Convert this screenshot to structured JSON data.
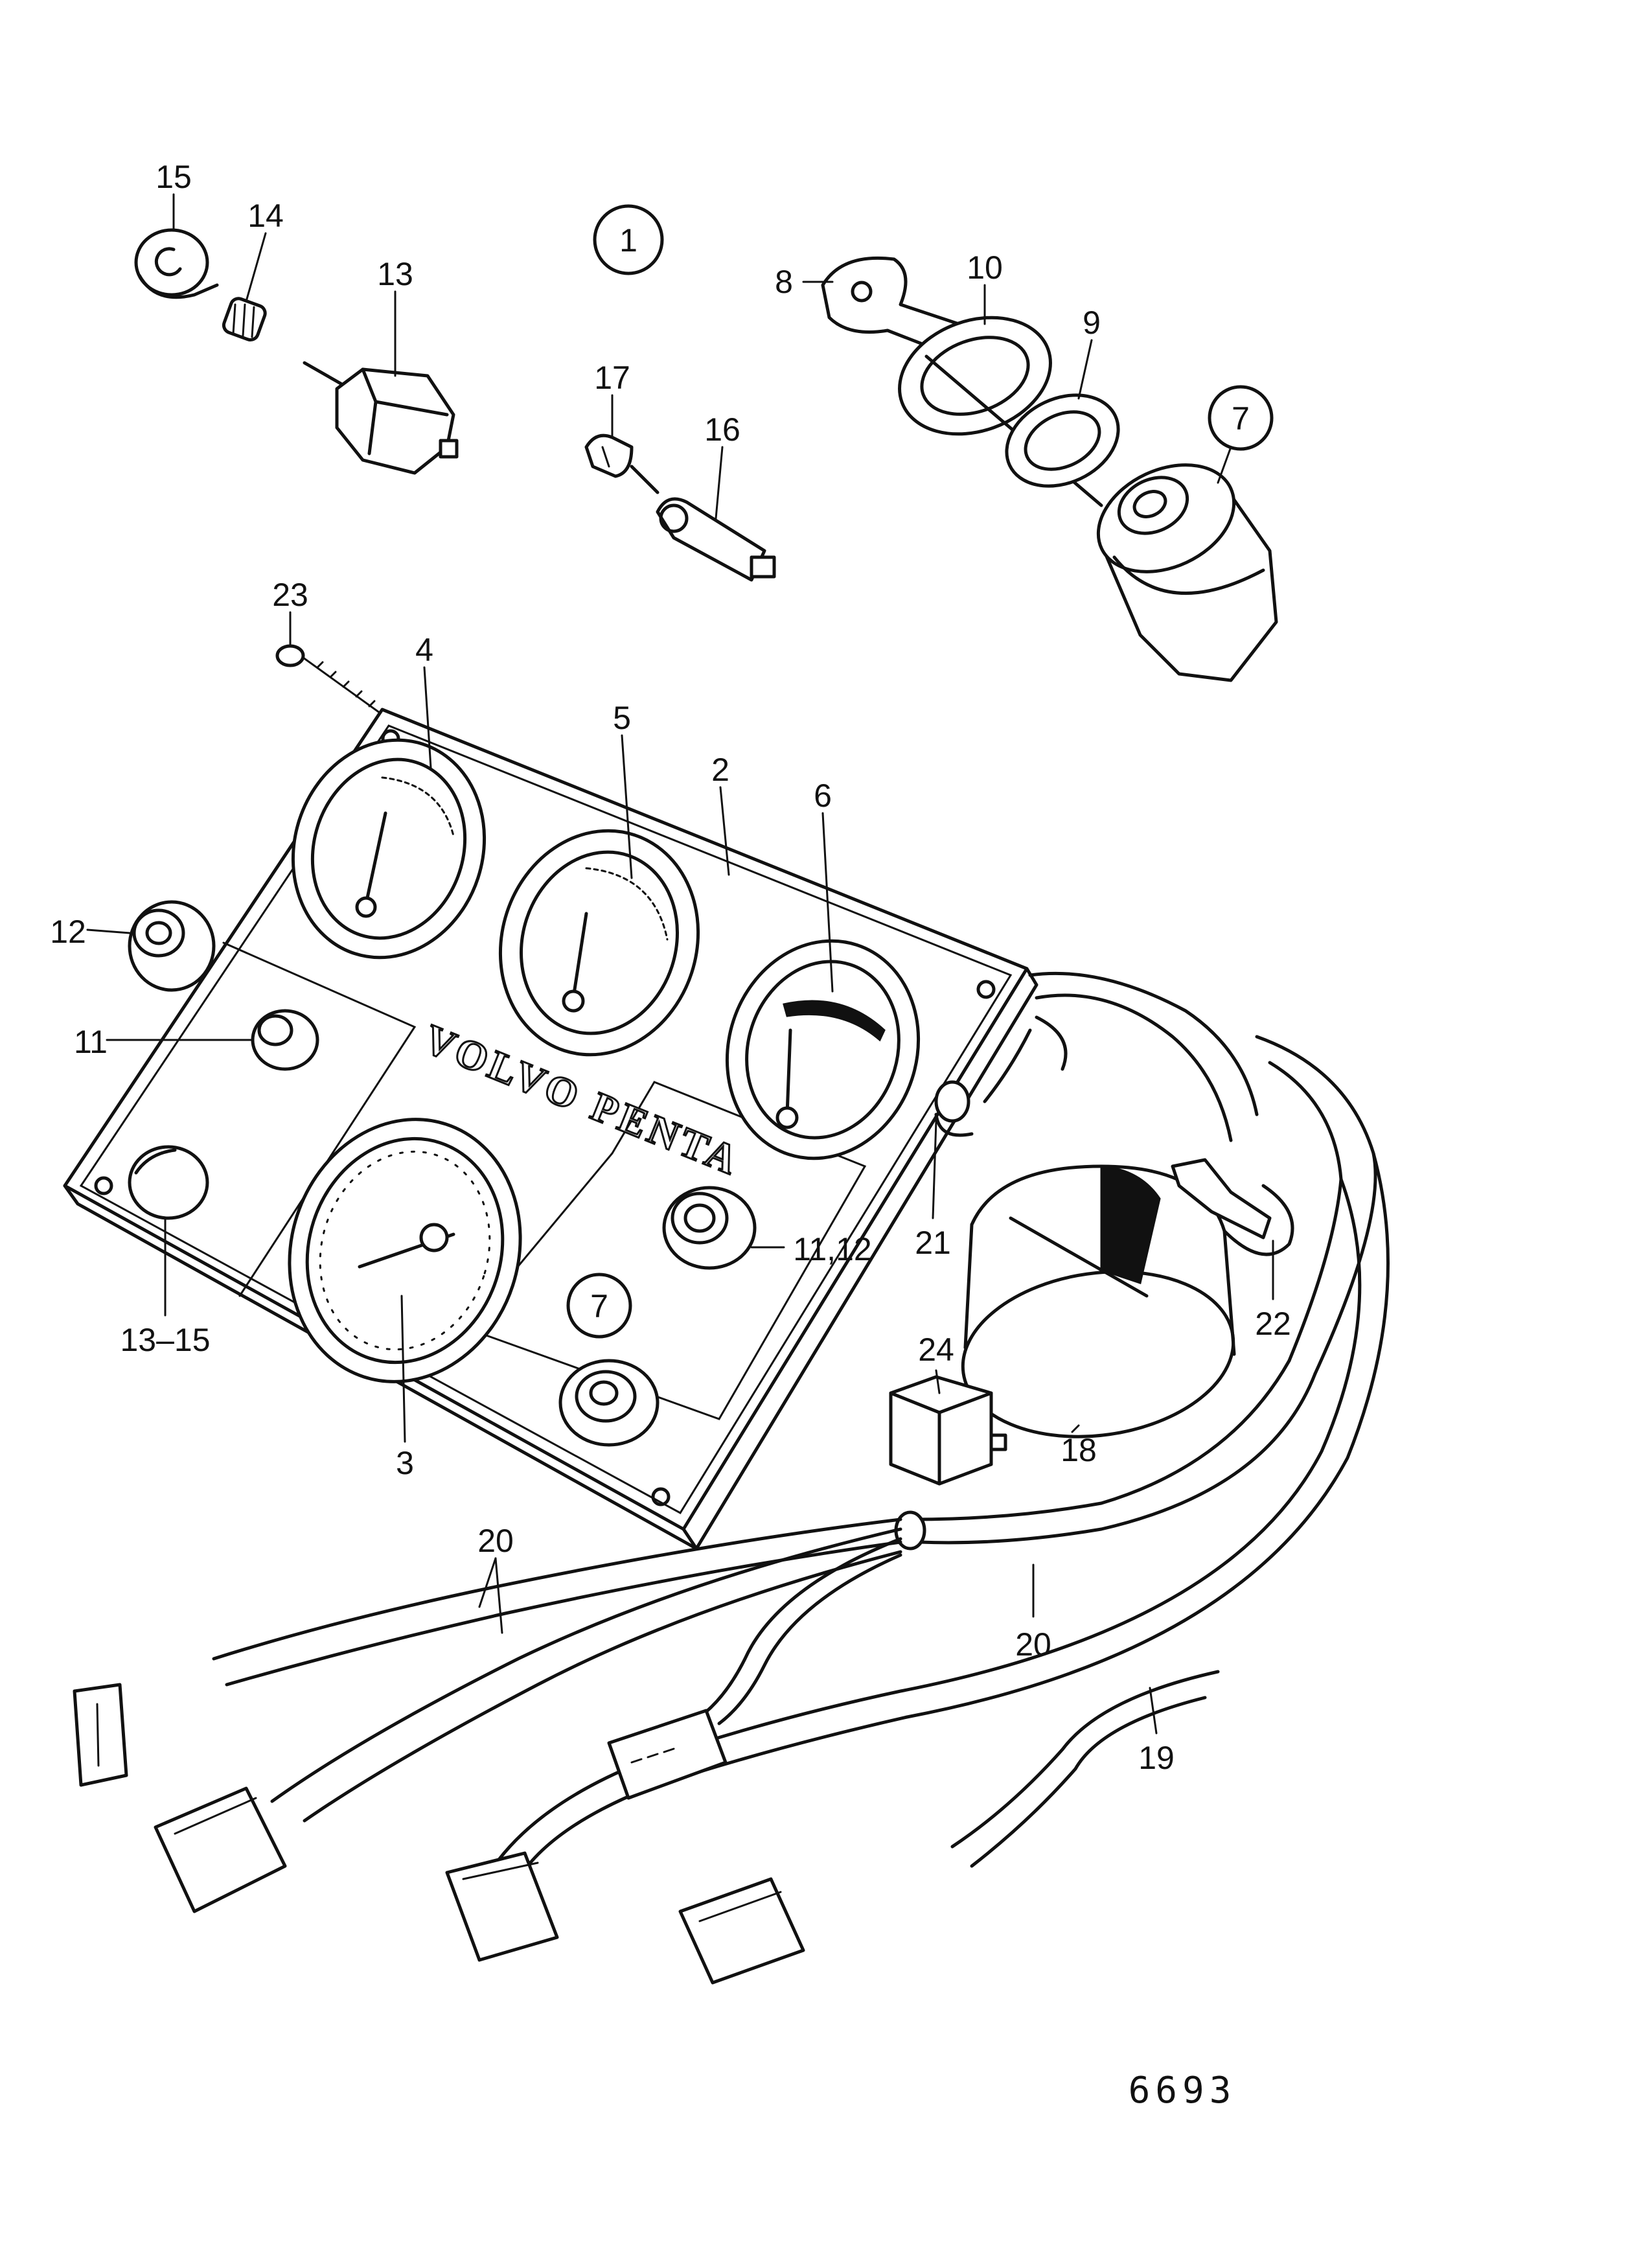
{
  "diagram": {
    "group_label": "1",
    "brand_text": "VOLVO PENTA",
    "figure_ref": "6693",
    "callouts": {
      "c15": "15",
      "c14": "14",
      "c13": "13",
      "c17": "17",
      "c16": "16",
      "c8": "8",
      "c10": "10",
      "c9": "9",
      "c7a": "7",
      "c23": "23",
      "c4": "4",
      "c5": "5",
      "c2": "2",
      "c6": "6",
      "c12": "12",
      "c11": "11",
      "c1315": "13–15",
      "c3": "3",
      "c7b": "7",
      "c1112": "11,12",
      "c21": "21",
      "c22": "22",
      "c24": "24",
      "c18": "18",
      "c20a": "20",
      "c20b": "20",
      "c19": "19"
    }
  }
}
